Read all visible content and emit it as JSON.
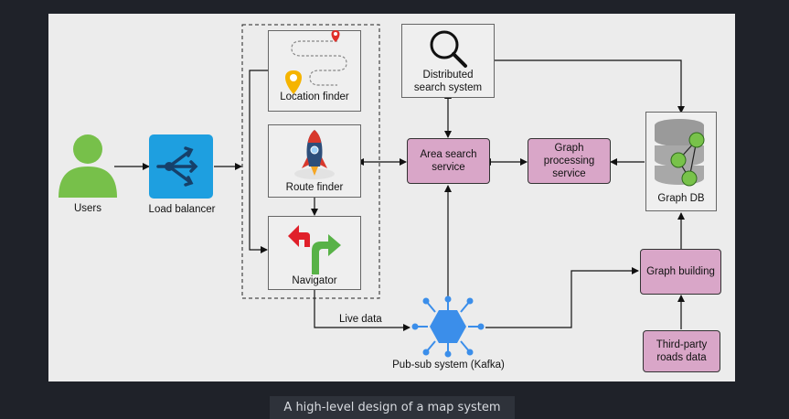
{
  "caption": "A high-level design of a map system",
  "nodes": {
    "users": "Users",
    "load_balancer": "Load balancer",
    "location_finder": "Location finder",
    "route_finder": "Route finder",
    "navigator": "Navigator",
    "distributed_search": "Distributed search system",
    "area_search": "Area search service",
    "graph_processing": "Graph processing service",
    "graph_db": "Graph DB",
    "graph_building": "Graph building",
    "third_party": "Third-party roads data",
    "pubsub": "Pub-sub system (Kafka)"
  },
  "edge_labels": {
    "live_data": "Live data"
  },
  "colors": {
    "background": "#1f2229",
    "canvas": "#ececec",
    "service_fill": "#d9a6c8",
    "user_green": "#77c04a",
    "balancer_blue": "#1e9fe0",
    "kafka_blue": "#3b8eea"
  },
  "icons": {
    "users": "user-icon",
    "load_balancer": "load-balancer-icon",
    "location_finder": "map-pins-icon",
    "route_finder": "rocket-icon",
    "navigator": "turn-arrows-icon",
    "distributed_search": "magnifier-icon",
    "graph_db": "graph-database-icon",
    "pubsub": "kafka-hexagon-icon"
  }
}
